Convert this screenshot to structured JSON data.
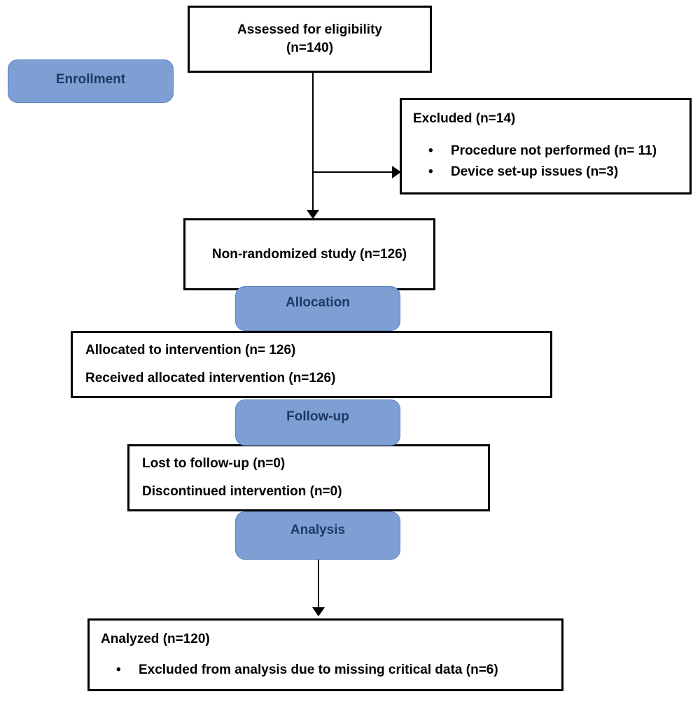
{
  "diagram": {
    "title": "CONSORT participant flow diagram",
    "type": "flowchart",
    "colors": {
      "badge_fill": "#7d9fd4",
      "badge_border": "#5b83c2",
      "badge_text": "#1f3864",
      "box_border": "#000000",
      "box_fill": "#ffffff",
      "connector": "#000000"
    }
  },
  "stages": {
    "enrollment": "Enrollment",
    "allocation": "Allocation",
    "followup": "Follow-up",
    "analysis": "Analysis"
  },
  "boxes": {
    "assessed": {
      "line1": "Assessed for eligibility",
      "line2": "(n=140)"
    },
    "excluded": {
      "heading": "Excluded (n=14)",
      "bullets": [
        "Procedure not performed (n= 11)",
        "Device set-up issues (n=3)"
      ],
      "bullet_glyph": "•"
    },
    "nonrandomized": {
      "line1": "Non-randomized study (n=126)"
    },
    "allocated": {
      "line1": "Allocated to intervention (n= 126)",
      "line2": "Received allocated intervention (n=126)"
    },
    "followup": {
      "line1": "Lost to follow-up (n=0)",
      "line2": "Discontinued intervention (n=0)"
    },
    "analyzed": {
      "heading": "Analyzed (n=120)",
      "bullets": [
        "Excluded from analysis due to missing critical data (n=6)"
      ],
      "bullet_glyph": "•"
    }
  },
  "counts": {
    "assessed_for_eligibility": 140,
    "excluded_total": 14,
    "excluded_procedure_not_performed": 11,
    "excluded_device_setup_issues": 3,
    "non_randomized_study": 126,
    "allocated_to_intervention": 126,
    "received_allocated_intervention": 126,
    "lost_to_follow_up": 0,
    "discontinued_intervention": 0,
    "analyzed": 120,
    "excluded_from_analysis_missing_data": 6
  }
}
